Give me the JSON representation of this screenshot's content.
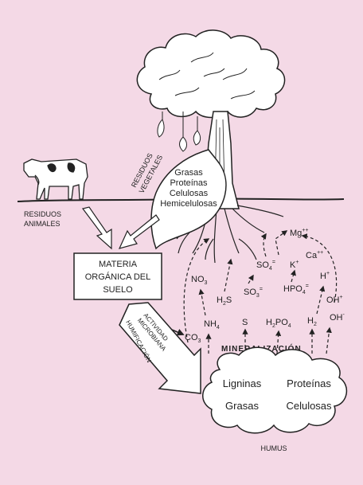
{
  "colors": {
    "background": "#f4d9e6",
    "ink": "#222222",
    "cloud_fill": "#ffffff"
  },
  "labels": {
    "residuos_animales_1": "RESIDUOS",
    "residuos_animales_2": "ANIMALES",
    "residuos_vegetales_1": "RESIDUOS",
    "residuos_vegetales_2": "VEGETALES",
    "leaf_items": [
      "Grasas",
      "Proteínas",
      "Celulosas",
      "Hemicelulosas"
    ],
    "materia_1": "MATERIA",
    "materia_2": "ORGÁNICA DEL",
    "materia_3": "SUELO",
    "actividad_1": "ACTIVIDAD",
    "actividad_2": "MICROBIANA",
    "humificacion": "HUMIFICACIÓN",
    "mineralizacion": "MINERALIZACIÓN",
    "humus": "HUMUS",
    "cloud_items": [
      "Ligninas",
      "Proteínas",
      "Grasas",
      "Celulosas"
    ]
  },
  "chemicals": {
    "mg": "Mg",
    "mg_sup": "++",
    "ca": "Ca",
    "ca_sup": "++",
    "k": "K",
    "k_sup": "+",
    "no3": "NO",
    "no3_sub": "3",
    "so4": "SO",
    "so4_sub": "4",
    "so4_sup": "=",
    "h2s": "H",
    "h2s_sub": "2",
    "h2s_tail": "S",
    "so3": "SO",
    "so3_sub": "3",
    "so3_sup": "=",
    "hpo4": "HPO",
    "hpo4_sub": "4",
    "hpo4_sup": "=",
    "h": "H",
    "h_sup": "+",
    "oh1": "OH",
    "oh1_sup": "+",
    "nh4": "NH",
    "nh4_sub": "4",
    "s": "S",
    "h2po4": "H",
    "h2po4_sub1": "2",
    "h2po4_mid": "PO",
    "h2po4_sub2": "4",
    "h2": "H",
    "h2_sub": "2",
    "oh2": "OH",
    "oh2_sup": "-",
    "co3": "CO",
    "co3_sub": "3"
  }
}
